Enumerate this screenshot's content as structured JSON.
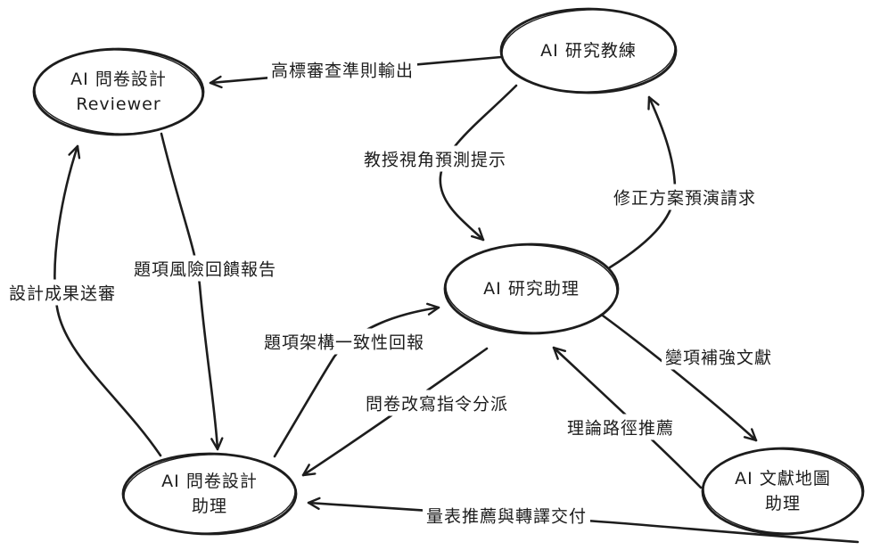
{
  "diagram": {
    "style": "hand-drawn-flowchart",
    "colors": {
      "ink": "#1d1d1d",
      "background": "#ffffff"
    },
    "nodes": [
      {
        "id": "survey-reviewer",
        "line1": "AI 問卷設計",
        "line2": "Reviewer"
      },
      {
        "id": "research-coach",
        "line1": "AI 研究教練",
        "line2": ""
      },
      {
        "id": "research-assistant",
        "line1": "AI 研究助理",
        "line2": ""
      },
      {
        "id": "survey-assistant",
        "line1": "AI 問卷設計",
        "line2": "助理"
      },
      {
        "id": "litmap-assistant",
        "line1": "AI 文獻地圖",
        "line2": "助理"
      }
    ],
    "edges": [
      {
        "from": "research-coach",
        "to": "survey-reviewer",
        "label": "高標審查準則輸出"
      },
      {
        "from": "research-coach",
        "to": "research-assistant",
        "label": "教授視角預測提示"
      },
      {
        "from": "research-assistant",
        "to": "research-coach",
        "label": "修正方案預演請求"
      },
      {
        "from": "survey-assistant",
        "to": "survey-reviewer",
        "label": "設計成果送審"
      },
      {
        "from": "survey-reviewer",
        "to": "survey-assistant",
        "label": "題項風險回饋報告"
      },
      {
        "from": "survey-assistant",
        "to": "research-assistant",
        "label": "題項架構一致性回報"
      },
      {
        "from": "research-assistant",
        "to": "survey-assistant",
        "label": "問卷改寫指令分派"
      },
      {
        "from": "research-assistant",
        "to": "litmap-assistant",
        "label": "變項補強文獻"
      },
      {
        "from": "litmap-assistant",
        "to": "research-assistant",
        "label": "理論路徑推薦"
      },
      {
        "from": "litmap-assistant",
        "to": "survey-assistant",
        "label": "量表推薦與轉譯交付"
      }
    ]
  }
}
